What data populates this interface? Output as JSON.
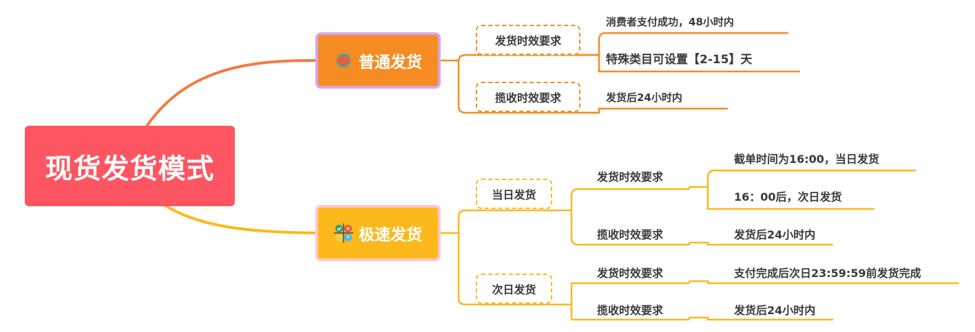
{
  "root": {
    "label": "现货发货模式",
    "color": "#fd5561"
  },
  "branches": [
    {
      "label": "普通发货",
      "icon": "refresh-icon",
      "color": "#f68b22",
      "children": [
        {
          "label": "发货时效要求",
          "leaves": [
            "消费者支付成功，48小时内",
            "特殊类目可设置【2-15】天"
          ]
        },
        {
          "label": "揽收时效要求",
          "leaves": [
            "发货后24小时内"
          ]
        }
      ]
    },
    {
      "label": "极速发货",
      "icon": "task-grid-icon",
      "color": "#fdb81b",
      "children": [
        {
          "label": "当日发货",
          "children": [
            {
              "label": "发货时效要求",
              "leaves": [
                "截单时间为16:00，当日发货",
                "16：00后，次日发货"
              ]
            },
            {
              "label": "揽收时效要求",
              "leaves": [
                "发货后24小时内"
              ]
            }
          ]
        },
        {
          "label": "次日发货",
          "children": [
            {
              "label": "发货时效要求",
              "leaves": [
                "支付完成后次日23:59:59前发货完成"
              ]
            },
            {
              "label": "揽收时效要求",
              "leaves": [
                "发货后24小时内"
              ]
            }
          ]
        }
      ]
    }
  ]
}
